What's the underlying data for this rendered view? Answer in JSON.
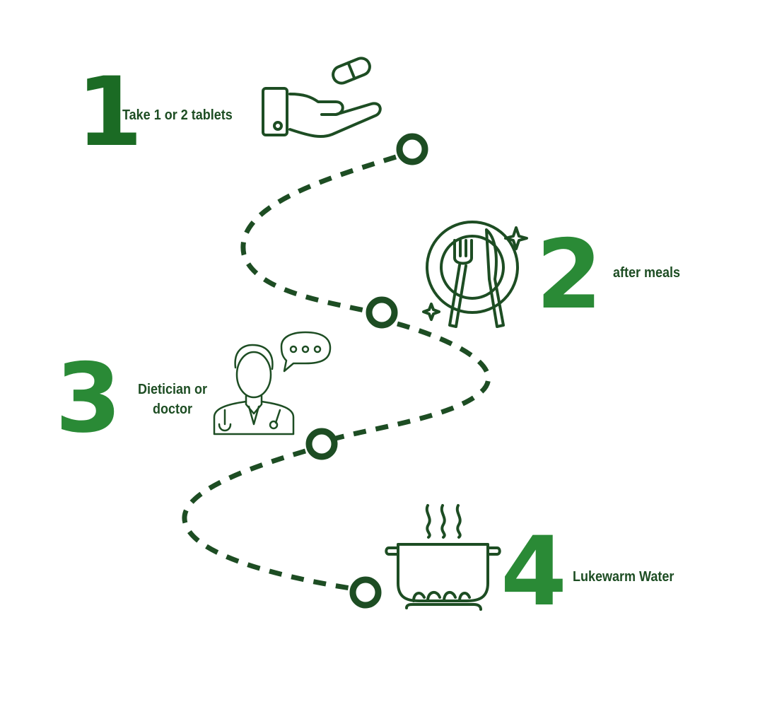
{
  "steps": [
    {
      "number": "1",
      "text": "Take 1 or 2 tablets",
      "icon": "hand-pill-icon"
    },
    {
      "number": "2",
      "text": "after meals",
      "icon": "plate-cutlery-icon"
    },
    {
      "number": "3",
      "text": "Dietician or doctor",
      "icon": "doctor-speech-icon"
    },
    {
      "number": "4",
      "text": "Lukewarm Water",
      "icon": "cooking-pot-icon"
    }
  ],
  "colors": {
    "dark": "#1d4d23",
    "step1": "#1b6b24",
    "accent": "#2a8a36"
  }
}
